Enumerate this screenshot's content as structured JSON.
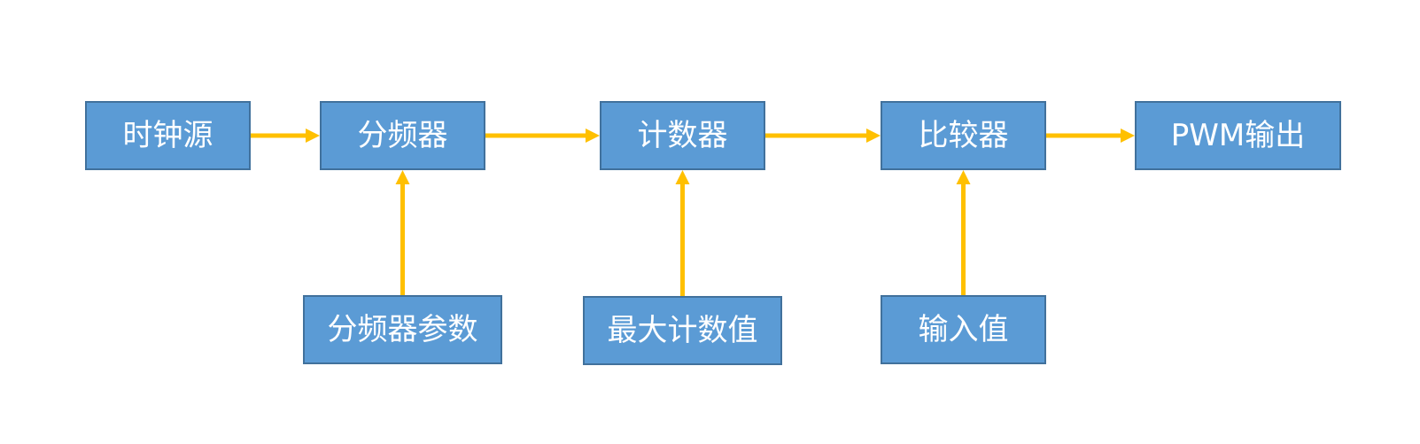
{
  "diagram": {
    "colors": {
      "box_fill": "#5b9bd5",
      "box_border": "#41719c",
      "arrow": "#ffc000",
      "text": "#ffffff",
      "background": "#ffffff"
    },
    "nodes": {
      "clock_source": "时钟源",
      "divider": "分频器",
      "counter": "计数器",
      "comparator": "比较器",
      "pwm_output": "PWM输出",
      "divider_param": "分频器参数",
      "max_count": "最大计数值",
      "input_value": "输入值"
    },
    "edges": [
      {
        "from": "clock_source",
        "to": "divider"
      },
      {
        "from": "divider",
        "to": "counter"
      },
      {
        "from": "counter",
        "to": "comparator"
      },
      {
        "from": "comparator",
        "to": "pwm_output"
      },
      {
        "from": "divider_param",
        "to": "divider"
      },
      {
        "from": "max_count",
        "to": "counter"
      },
      {
        "from": "input_value",
        "to": "comparator"
      }
    ]
  }
}
